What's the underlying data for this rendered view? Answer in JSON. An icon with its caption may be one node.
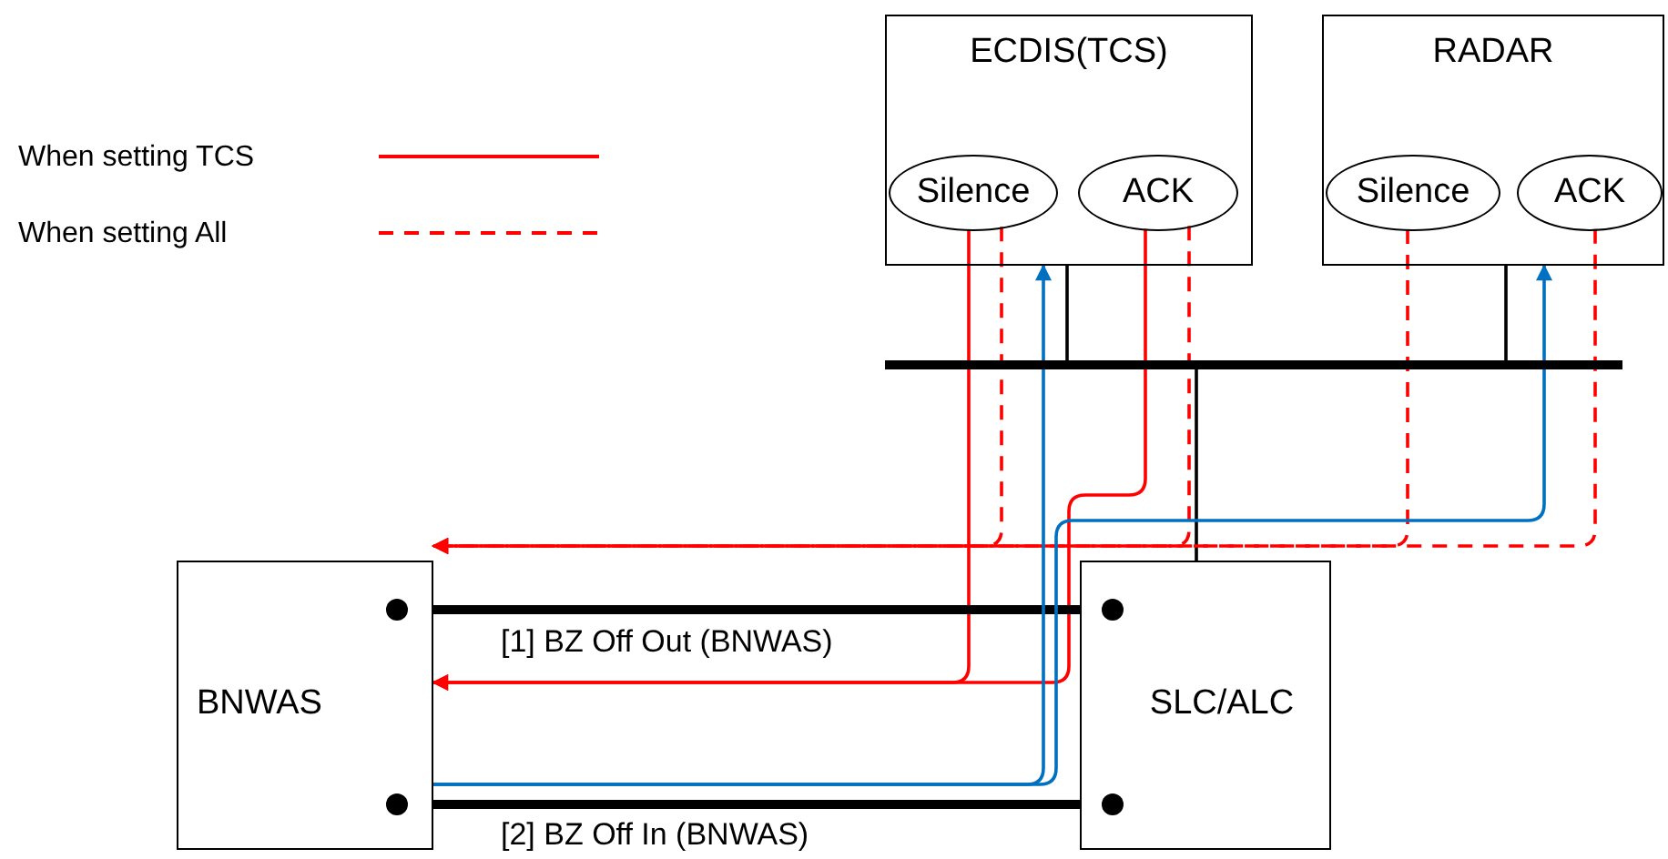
{
  "diagram": {
    "nodes": [
      {
        "text": [
          "ECDIS(TCS)"
        ]
      },
      {
        "text": [
          "Silence"
        ],
        "in": 0
      },
      {
        "text": [
          "ACK"
        ],
        "in": 0
      },
      {
        "text": [
          "RADAR"
        ]
      },
      {
        "text": [
          "Silence"
        ],
        "in": 3
      },
      {
        "text": [
          "ACK"
        ],
        "in": 3
      },
      {
        "text": [],
        "shape": "bar"
      },
      {
        "text": [
          "BNWAS"
        ]
      },
      {
        "text": [
          "SLC/ALC"
        ]
      }
    ],
    "edges": [
      {
        "from": 0,
        "to": 6,
        "arrow": "none",
        "color": "#000000"
      },
      {
        "from": 3,
        "to": 6,
        "arrow": "none",
        "color": "#000000"
      },
      {
        "from": 6,
        "to": 8,
        "arrow": "none",
        "color": "#000000"
      },
      {
        "from": 1,
        "to": 7,
        "arrow": "to"
      },
      {
        "from": 2,
        "to": 7,
        "arrow": "to"
      },
      {
        "from": 1,
        "to": 7,
        "arrow": "to",
        "style": "dashed"
      },
      {
        "from": 2,
        "to": 7,
        "arrow": "to",
        "style": "dashed"
      },
      {
        "from": 4,
        "to": 7,
        "arrow": "to",
        "style": "dashed"
      },
      {
        "from": 5,
        "to": 7,
        "arrow": "to",
        "style": "dashed"
      },
      {
        "from": 7,
        "to": 8,
        "arrow": "other",
        "label": "[1] BZ Off Out (BNWAS)",
        "style": "thick",
        "color": "#000000"
      },
      {
        "from": 7,
        "to": 8,
        "arrow": "other",
        "label": "[2] BZ Off In (BNWAS)",
        "style": "thick",
        "color": "#000000"
      },
      {
        "from": 7,
        "to": 0,
        "arrow": "to",
        "color": "#0070c0"
      },
      {
        "from": 7,
        "to": 3,
        "arrow": "to",
        "color": "#0070c0"
      }
    ],
    "legend": [
      {
        "text": "When setting TCS"
      },
      {
        "text": "When setting All"
      }
    ]
  }
}
